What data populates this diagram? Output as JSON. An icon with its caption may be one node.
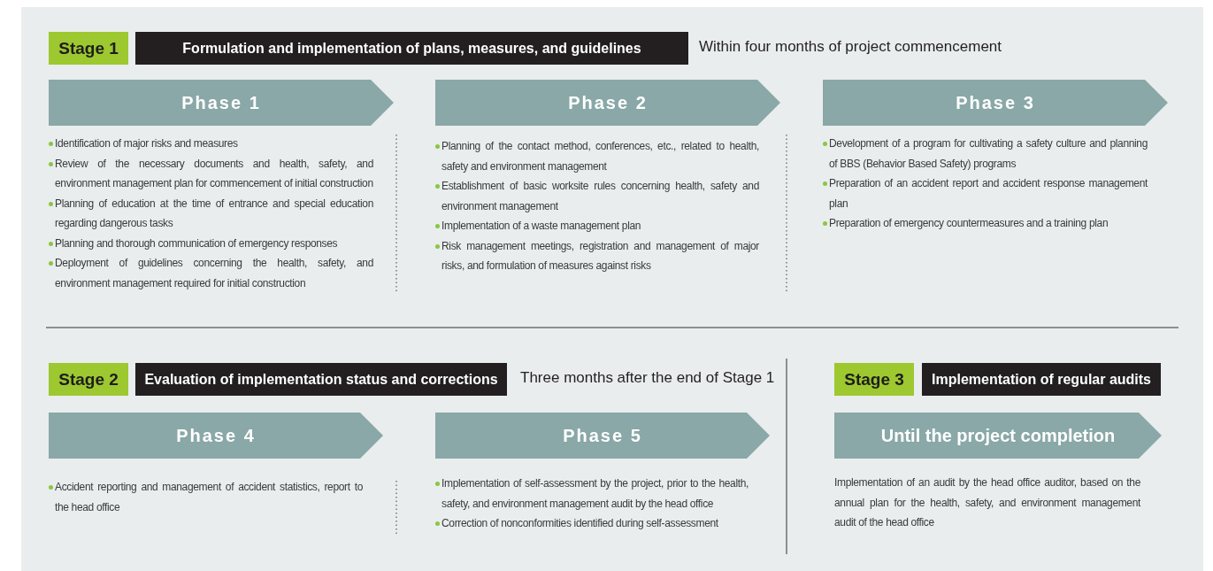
{
  "diagram": {
    "nodes": [
      {
        "text": [
          "Stage 1"
        ]
      },
      {
        "text": [
          "Formulation and implementation of plans, measures, and guidelines"
        ],
        "beside": [
          "Within four months of project commencement"
        ]
      },
      {
        "text": [
          "Phase 1"
        ]
      },
      {
        "text": [
          "Phase 2"
        ]
      },
      {
        "text": [
          "Phase 3"
        ]
      },
      {
        "text": [
          "Stage 2"
        ]
      },
      {
        "text": [
          "Evaluation of implementation status and corrections"
        ],
        "beside": [
          "Three months after the end of Stage 1"
        ]
      },
      {
        "text": [
          "Phase 4"
        ]
      },
      {
        "text": [
          "Phase 5"
        ]
      },
      {
        "text": [
          "Stage 3"
        ]
      },
      {
        "text": [
          "Implementation of regular audits"
        ]
      },
      {
        "text": [
          "Until the project completion"
        ]
      }
    ],
    "labels": [
      "Identification of major risks and measures",
      "Review of the necessary documents and health, safety, and environment management plan for commencement of initial construction",
      "Planning of education at the time of entrance and special education regarding dangerous tasks",
      "Planning and thorough communication of emergency responses",
      "Deployment of guidelines concerning the health, safety, and environment management required for initial construction",
      "Planning of the contact method, conferences, etc., related to health, safety and environment management",
      "Establishment of basic worksite rules concerning health, safety and environment management",
      "Implementation of a waste management plan",
      "Risk management meetings, registration and management of major risks, and formulation of measures against risks",
      "Development of a program for cultivating a safety culture and planning of BBS (Behavior Based Safety) programs",
      "Preparation of an accident report and accident response management plan",
      "Preparation of emergency countermeasures and a training plan",
      "Accident reporting and management of accident statistics, report to the head office",
      "Implementation of self-assessment by the project, prior to the health, safety, and environment management audit by the head office",
      "Correction of nonconformities identified during self-assessment",
      "Implementation of an audit by the head office auditor, based on the annual plan for the health, safety, and environment management audit of the head office"
    ]
  }
}
